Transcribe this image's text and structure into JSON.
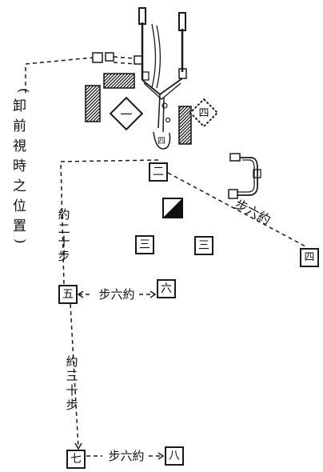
{
  "diagram": {
    "side_caption": [
      "卸",
      "前",
      "視",
      "時",
      "之",
      "位",
      "置"
    ],
    "side_caption_bracket_open": "(",
    "side_caption_bracket_close": ")",
    "marker_one": "一",
    "marker_two": "二",
    "marker_three_a": "三",
    "marker_three_b": "三",
    "marker_four_diamond": "四",
    "marker_four_box": "四",
    "marker_five": "五",
    "marker_six": "六",
    "marker_seven": "七",
    "marker_eight": "八",
    "small_label": "四",
    "distance_twenty": [
      "約",
      "二",
      "十",
      "步"
    ],
    "distance_thirty": [
      "約",
      "三",
      "十",
      "步"
    ],
    "distance_six_diag": "步六約",
    "distance_six_mid": "步六約",
    "distance_six_bottom": "步六約"
  }
}
